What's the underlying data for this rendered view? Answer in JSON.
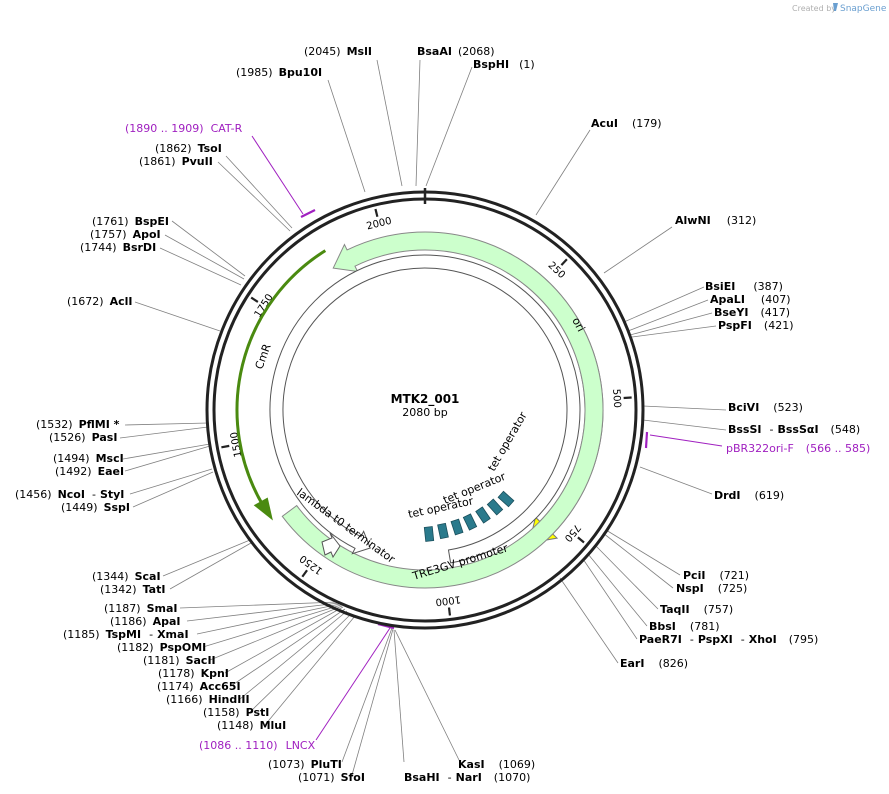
{
  "credit": {
    "prefix": "Created by",
    "brand": "SnapGene"
  },
  "plasmid": {
    "name": "MTK2_001",
    "size": "2080 bp",
    "total": 2080
  },
  "ticks": [
    "250",
    "500",
    "750",
    "1000",
    "1250",
    "1500",
    "1750",
    "2000"
  ],
  "tick_positions": [
    250,
    500,
    750,
    1000,
    1250,
    1500,
    1750,
    2000
  ],
  "features": [
    {
      "name": "ori",
      "start": 179,
      "end": 820,
      "color": "#ffff00",
      "direction": "cw"
    },
    {
      "name": "CmR",
      "start": 1890,
      "end": 1348,
      "color": "#ccffcc",
      "direction": "ccw"
    },
    {
      "name": "TRE3GV promoter",
      "start": 980,
      "end": 1160,
      "color": "#ffffff",
      "direction": "ccw"
    },
    {
      "name": "lambda t0 terminator",
      "text": "lambda t0 terminator"
    },
    {
      "name": "tet operator",
      "text": "tet operator"
    },
    {
      "name": "tet operator 2",
      "text": "tet operator"
    }
  ],
  "sites": [
    {
      "enzyme": "MslI",
      "pos": "(2045)",
      "text_left": "(2045)",
      "text_right": "MslI"
    },
    {
      "enzyme": "BsaAI",
      "text": "BsaAI",
      "pos": "(2068)"
    },
    {
      "enzyme": "BspHI",
      "text": "BspHI",
      "pos": "(1)"
    },
    {
      "enzyme": "Bpu10I",
      "text": "Bpu10I",
      "pos": "(1985)"
    },
    {
      "enzyme": "AcuI",
      "text": "AcuI",
      "pos": "(179)"
    },
    {
      "enzyme": "TsoI",
      "text": "TsoI",
      "pos": "(1862)"
    },
    {
      "enzyme": "PvuII",
      "text": "PvuII",
      "pos": "(1861)"
    },
    {
      "enzyme": "AlwNI",
      "text": "AlwNI",
      "pos": "(312)"
    },
    {
      "enzyme": "BspEI",
      "text": "BspEI",
      "pos": "(1761)"
    },
    {
      "enzyme": "ApoI",
      "text": "ApoI",
      "pos": "(1757)"
    },
    {
      "enzyme": "BsrDI",
      "text": "BsrDI",
      "pos": "(1744)"
    },
    {
      "enzyme": "BsiEI",
      "text": "BsiEI",
      "pos": "(387)"
    },
    {
      "enzyme": "ApaLI",
      "text": "ApaLI",
      "pos": "(407)"
    },
    {
      "enzyme": "BseYI",
      "text": "BseYI",
      "pos": "(417)"
    },
    {
      "enzyme": "PspFI",
      "text": "PspFI",
      "pos": "(421)"
    },
    {
      "enzyme": "AclI",
      "text": "AclI",
      "pos": "(1672)"
    },
    {
      "enzyme": "BciVI",
      "text": "BciVI",
      "pos": "(523)"
    },
    {
      "enzyme": "BssSI - BssSαI",
      "text": "BssSI",
      "pos": "(548)"
    },
    {
      "enzyme": "PflMI *",
      "text": "PflMI *",
      "pos": "(1532)"
    },
    {
      "enzyme": "PasI",
      "text": "PasI",
      "pos": "(1526)"
    },
    {
      "enzyme": "MscI",
      "text": "MscI",
      "pos": "(1494)"
    },
    {
      "enzyme": "EaeI",
      "text": "EaeI",
      "pos": "(1492)"
    },
    {
      "enzyme": "DrdI",
      "text": "DrdI",
      "pos": "(619)"
    },
    {
      "enzyme": "NcoI - StyI",
      "text": "NcoI",
      "pos": "(1456)"
    },
    {
      "enzyme": "SspI",
      "text": "SspI",
      "pos": "(1449)"
    },
    {
      "enzyme": "PciI",
      "text": "PciI",
      "pos": "(721)"
    },
    {
      "enzyme": "NspI",
      "text": "NspI",
      "pos": "(725)"
    },
    {
      "enzyme": "ScaI",
      "text": "ScaI",
      "pos": "(1344)"
    },
    {
      "enzyme": "TatI",
      "text": "TatI",
      "pos": "(1342)"
    },
    {
      "enzyme": "TaqII",
      "text": "TaqII",
      "pos": "(757)"
    },
    {
      "enzyme": "SmaI",
      "text": "SmaI",
      "pos": "(1187)"
    },
    {
      "enzyme": "BbsI",
      "text": "BbsI",
      "pos": "(781)"
    },
    {
      "enzyme": "ApaI",
      "text": "ApaI",
      "pos": "(1186)"
    },
    {
      "enzyme": "TspMI - XmaI",
      "text": "TspMI",
      "pos": "(1185)"
    },
    {
      "enzyme": "PaeR7I - PspXI - XhoI",
      "text": "PaeR7I",
      "pos": "(795)"
    },
    {
      "enzyme": "PspOMI",
      "text": "PspOMI",
      "pos": "(1182)"
    },
    {
      "enzyme": "SacII",
      "text": "SacII",
      "pos": "(1181)"
    },
    {
      "enzyme": "EarI",
      "text": "EarI",
      "pos": "(826)"
    },
    {
      "enzyme": "KpnI",
      "text": "KpnI",
      "pos": "(1178)"
    },
    {
      "enzyme": "Acc65I",
      "text": "Acc65I",
      "pos": "(1174)"
    },
    {
      "enzyme": "HindIII",
      "text": "HindIII",
      "pos": "(1166)"
    },
    {
      "enzyme": "PstI",
      "text": "PstI",
      "pos": "(1158)"
    },
    {
      "enzyme": "MluI",
      "text": "MluI",
      "pos": "(1148)"
    },
    {
      "enzyme": "PluTI",
      "text": "PluTI",
      "pos": "(1073)"
    },
    {
      "enzyme": "SfoI",
      "text": "SfoI",
      "pos": "(1071)"
    },
    {
      "enzyme": "KasI",
      "text": "KasI",
      "pos": "(1069)"
    },
    {
      "enzyme": "BsaHI - NarI",
      "text": "BsaHI",
      "pos": "(1070)"
    }
  ],
  "labels": {
    "mslI_pos": "(2045)",
    "mslI": "MslI",
    "bsaAI": "BsaAI",
    "bsaAI_pos": "(2068)",
    "bspHI": "BspHI",
    "bspHI_pos": "(1)",
    "bpu10I_pos": "(1985)",
    "bpu10I": "Bpu10I",
    "acuI": "AcuI",
    "acuI_pos": "(179)",
    "tsoI_pos": "(1862)",
    "tsoI": "TsoI",
    "pvuII_pos": "(1861)",
    "pvuII": "PvuII",
    "alwNI": "AlwNI",
    "alwNI_pos": "(312)",
    "bspEI_pos": "(1761)",
    "bspEI": "BspEI",
    "apoI_pos": "(1757)",
    "apoI": "ApoI",
    "bsrDI_pos": "(1744)",
    "bsrDI": "BsrDI",
    "bsiEI": "BsiEI",
    "bsiEI_pos": "(387)",
    "apaLI": "ApaLI",
    "apaLI_pos": "(407)",
    "bseYI": "BseYI",
    "bseYI_pos": "(417)",
    "pspFI": "PspFI",
    "pspFI_pos": "(421)",
    "aclI_pos": "(1672)",
    "aclI": "AclI",
    "bciVI": "BciVI",
    "bciVI_pos": "(523)",
    "bssSI": "BssSI",
    "bssSI_sep": "-",
    "bssSaI": "BssSαI",
    "bssSI_pos": "(548)",
    "pflMI_pos": "(1532)",
    "pflMI": "PflMI *",
    "pasI_pos": "(1526)",
    "pasI": "PasI",
    "mscI_pos": "(1494)",
    "mscI": "MscI",
    "eaeI_pos": "(1492)",
    "eaeI": "EaeI",
    "drdI": "DrdI",
    "drdI_pos": "(619)",
    "ncoI_pos": "(1456)",
    "ncoI": "NcoI",
    "ncoI_sep": "-",
    "styI": "StyI",
    "sspI_pos": "(1449)",
    "sspI": "SspI",
    "pciI": "PciI",
    "pciI_pos": "(721)",
    "nspI": "NspI",
    "nspI_pos": "(725)",
    "scaI_pos": "(1344)",
    "scaI": "ScaI",
    "tatI_pos": "(1342)",
    "tatI": "TatI",
    "taqII": "TaqII",
    "taqII_pos": "(757)",
    "smaI_pos": "(1187)",
    "smaI": "SmaI",
    "bbsI": "BbsI",
    "bbsI_pos": "(781)",
    "apaI_pos": "(1186)",
    "apaI": "ApaI",
    "tspMI_pos": "(1185)",
    "tspMI": "TspMI",
    "tspMI_sep": "-",
    "xmaI": "XmaI",
    "paeR7I": "PaeR7I",
    "paeR7I_sep1": "-",
    "pspXI": "PspXI",
    "paeR7I_sep2": "-",
    "xhoI": "XhoI",
    "paeR7I_pos": "(795)",
    "pspOMI_pos": "(1182)",
    "pspOMI": "PspOMI",
    "sacII_pos": "(1181)",
    "sacII": "SacII",
    "earI": "EarI",
    "earI_pos": "(826)",
    "kpnI_pos": "(1178)",
    "kpnI": "KpnI",
    "acc65I_pos": "(1174)",
    "acc65I": "Acc65I",
    "hindIII_pos": "(1166)",
    "hindIII": "HindIII",
    "pstI_pos": "(1158)",
    "pstI": "PstI",
    "mluI_pos": "(1148)",
    "mluI": "MluI",
    "pluTI_pos": "(1073)",
    "pluTI": "PluTI",
    "sfoI_pos": "(1071)",
    "sfoI": "SfoI",
    "kasI": "KasI",
    "kasI_pos": "(1069)",
    "bsaHI": "BsaHI",
    "bsaHI_sep": "-",
    "narI": "NarI",
    "bsaHI_pos": "(1070)",
    "catR_range": "(1890 .. 1909)",
    "catR": "CAT-R",
    "pbr_name": "pBR322ori-F",
    "pbr_range": "(566 .. 585)",
    "lncx_range": "(1086 .. 1110)",
    "lncx": "LNCX"
  },
  "colors": {
    "backbone": "#222222",
    "ori": "#ffff00",
    "cmr": "#ccffcc",
    "cmr_inner": "#4a8a10",
    "tet_operator": "#2a7a8c",
    "primer": "#a020c0",
    "leader": "#808080"
  }
}
